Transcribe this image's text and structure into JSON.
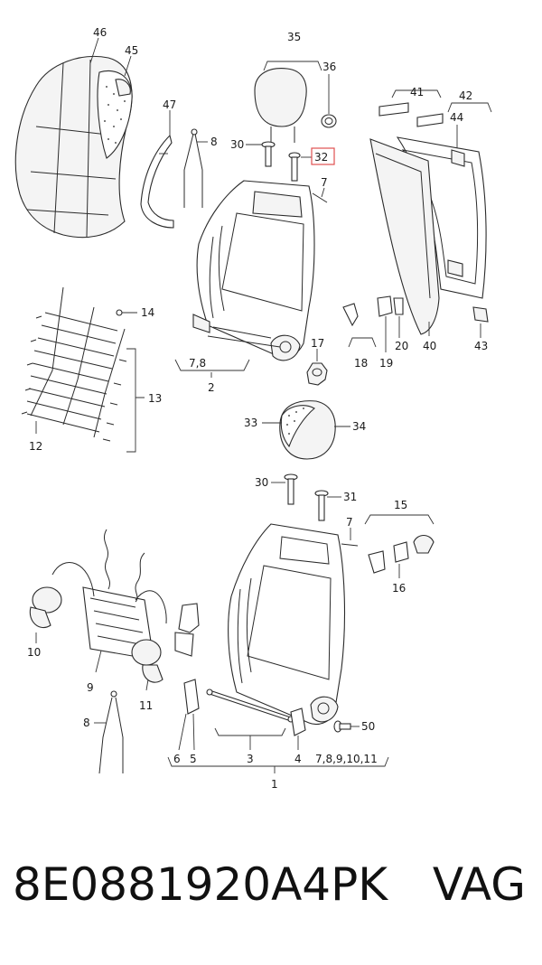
{
  "labels": {
    "l46": "46",
    "l45": "45",
    "l47": "47",
    "l8a": "8",
    "l35": "35",
    "l36": "36",
    "l30a": "30",
    "l32": "32",
    "l7a": "7",
    "l41": "41",
    "l42": "42",
    "l44": "44",
    "l43": "43",
    "l40": "40",
    "l20": "20",
    "l19": "19",
    "l18": "18",
    "l17": "17",
    "l14": "14",
    "l13": "13",
    "l12": "12",
    "l78": "7,8",
    "l2": "2",
    "l33": "33",
    "l34": "34",
    "l30b": "30",
    "l31": "31",
    "l7b": "7",
    "l15": "15",
    "l16": "16",
    "l10": "10",
    "l9": "9",
    "l11": "11",
    "l8b": "8",
    "l50": "50",
    "l6": "6",
    "l5": "5",
    "l3": "3",
    "l4": "4",
    "l7891011": "7,8,9,10,11",
    "l1": "1"
  },
  "highlight_color": "#e05050",
  "footer": {
    "part_number": "8E0881920A4PK",
    "brand": "VAG"
  }
}
